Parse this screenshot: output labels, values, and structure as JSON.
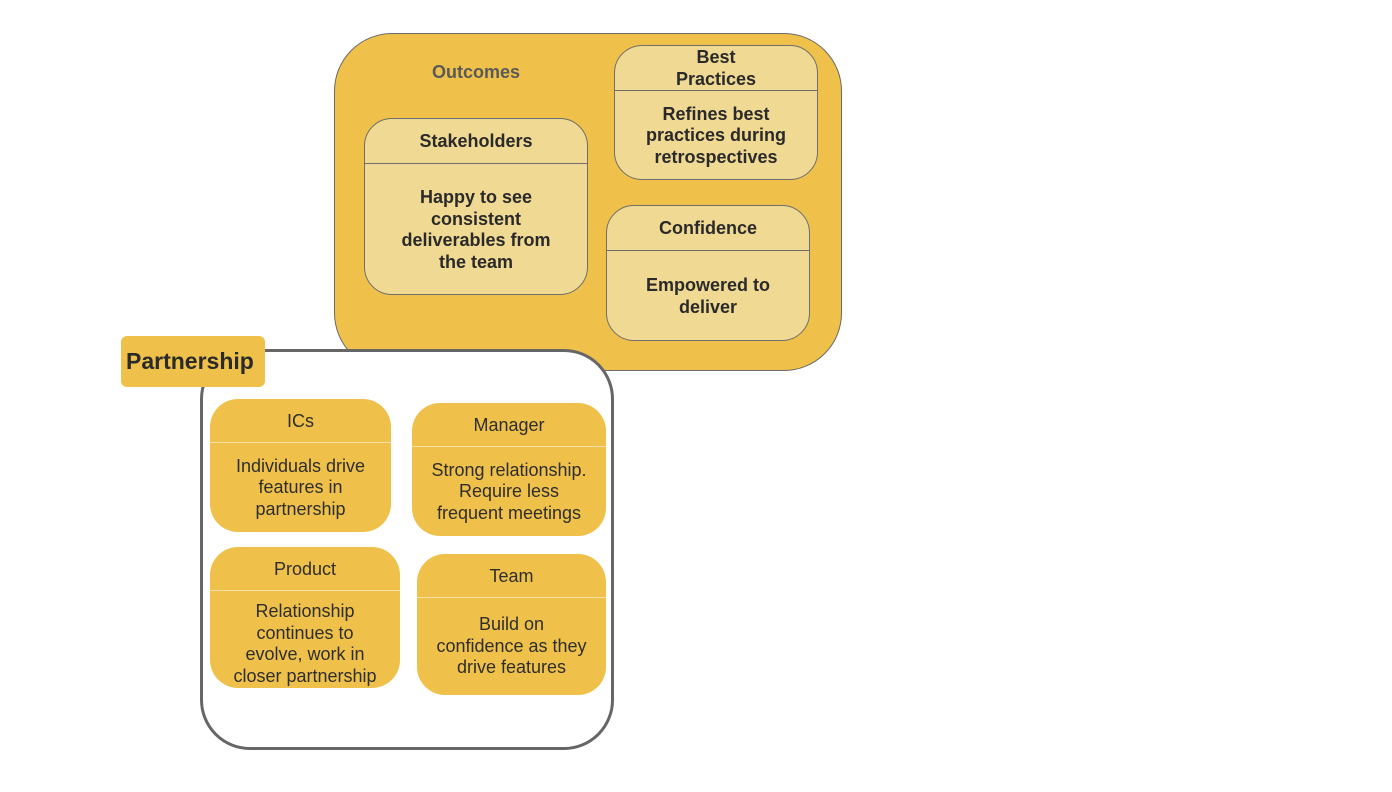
{
  "outcomes": {
    "title": "Outcomes",
    "cards": {
      "stakeholders": {
        "title": "Stakeholders",
        "body": "Happy to see consistent deliverables from the team"
      },
      "best_practices": {
        "title": "Best Practices",
        "body": "Refines best practices during retrospectives"
      },
      "confidence": {
        "title": "Confidence",
        "body": "Empowered to deliver"
      }
    }
  },
  "partnership": {
    "title": "Partnership",
    "cards": {
      "ics": {
        "title": "ICs",
        "body": "Individuals drive features in partnership"
      },
      "manager": {
        "title": "Manager",
        "body": "Strong relationship. Require less frequent meetings"
      },
      "product": {
        "title": "Product",
        "body": "Relationship continues to evolve, work in closer partnership"
      },
      "team": {
        "title": "Team",
        "body": "Build on confidence as they drive features"
      }
    }
  },
  "colors": {
    "gold": "#efc14a",
    "light_gold": "#f0d993",
    "border": "#666666"
  }
}
